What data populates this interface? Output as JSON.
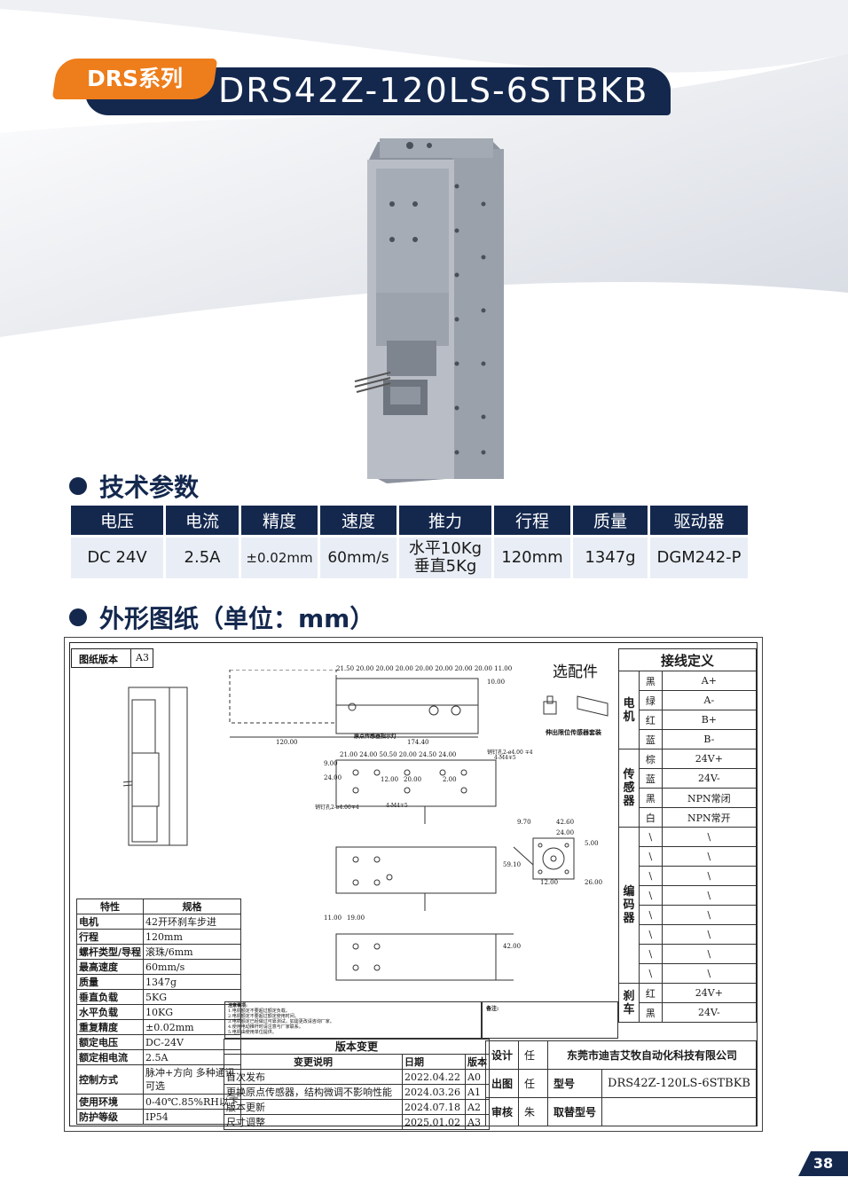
{
  "header": {
    "series": "DRS系列",
    "model": "DRS42Z-120LS-6STBKB"
  },
  "sections": {
    "tech": "技术参数",
    "dimension": "外形图纸（单位：mm）"
  },
  "spec_table": {
    "headers": [
      "电压",
      "电流",
      "精度",
      "速度",
      "推力",
      "行程",
      "质量",
      "驱动器"
    ],
    "values": [
      "DC 24V",
      "2.5A",
      "±0.02mm",
      "60mm/s",
      "水平10Kg",
      "120mm",
      "1347g",
      "DGM242-P"
    ],
    "thrust_line2": "垂直5Kg"
  },
  "drawing": {
    "version_label": "图纸版本",
    "version_value": "A3",
    "accessory_title": "选配件",
    "accessory_caption": "伸出限位传感器套装",
    "sensor_caption": "原点传感器指示灯",
    "dims": {
      "top_row": "21.50 20.00 20.00 20.00 20.00 20.00 20.00 20.00 11.00",
      "d1000": "10.00",
      "d120": "120.00",
      "d174": "174.40",
      "row2": "21.00 24.00 50.50 20.00 24.50 24.00",
      "hole1": "销钉孔2-ø4.00 ∓4",
      "hole2": "4-M4∓5",
      "d900": "9.00",
      "d2400": "24.00",
      "d1200": "12.00",
      "d2000": "20.00",
      "d200": "2.00",
      "hole3": "销钉孔2-ø4.00∓4",
      "hole4": "4-M4∓5",
      "d970": "9.70",
      "d4260": "42.60",
      "d2400b": "24.00",
      "d500": "5.00",
      "d5910": "59.10",
      "d1200b": "12.00",
      "d2600": "26.00",
      "d4200": "42.00",
      "d1100": "11.00",
      "d1900": "19.00"
    },
    "params_header": [
      "特性",
      "规格"
    ],
    "params": [
      [
        "电机",
        "42开环刹车步进"
      ],
      [
        "行程",
        "120mm"
      ],
      [
        "螺杆类型/导程",
        "滚珠/6mm"
      ],
      [
        "最高速度",
        "60mm/s"
      ],
      [
        "质量",
        "1347g"
      ],
      [
        "垂直负载",
        "5KG"
      ],
      [
        "水平负载",
        "10KG"
      ],
      [
        "重复精度",
        "±0.02mm"
      ],
      [
        "额定电压",
        "DC-24V"
      ],
      [
        "额定相电流",
        "2.5A"
      ],
      [
        "控制方式",
        "脉冲+方向 多种通讯可选"
      ],
      [
        "使用环境",
        "0-40℃.85%RH以下"
      ],
      [
        "防护等级",
        "IP54"
      ]
    ],
    "notes_title": "注意事项:",
    "notes": [
      "1.电机额定不要超过额定负载。",
      "2.电机额定不要超过额定使用时间。",
      "3.电机额定已经做过可靠测试，如需更改请咨询厂家。",
      "4.使用电动推杆时请注意与厂家联系。",
      "5.电机由使用单位提供。"
    ],
    "remark_label": "备注:",
    "version_change_title": "版本变更",
    "version_headers": [
      "变更说明",
      "日期",
      "版本"
    ],
    "versions": [
      [
        "首次发布",
        "2022.04.22",
        "A0"
      ],
      [
        "更换原点传感器，结构微调不影响性能",
        "2024.03.26",
        "A1"
      ],
      [
        "版本更新",
        "2024.07.18",
        "A2"
      ],
      [
        "尺寸调整",
        "2025.01.02",
        "A3"
      ]
    ],
    "wiring_title": "接线定义",
    "wiring": {
      "motor_label": "电机",
      "motor": [
        [
          "黑",
          "A+"
        ],
        [
          "绿",
          "A-"
        ],
        [
          "红",
          "B+"
        ],
        [
          "蓝",
          "B-"
        ]
      ],
      "sensor_label": "传感器",
      "sensor": [
        [
          "棕",
          "24V+"
        ],
        [
          "蓝",
          "24V-"
        ],
        [
          "黑",
          "NPN常闭"
        ],
        [
          "白",
          "NPN常开"
        ]
      ],
      "encoder_label": "编码器",
      "encoder": [
        [
          "\\",
          "\\"
        ],
        [
          "\\",
          "\\"
        ],
        [
          "\\",
          "\\"
        ],
        [
          "\\",
          "\\"
        ],
        [
          "\\",
          "\\"
        ],
        [
          "\\",
          "\\"
        ],
        [
          "\\",
          "\\"
        ],
        [
          "\\",
          "\\"
        ]
      ],
      "brake_label": "刹车",
      "brake": [
        [
          "红",
          "24V+"
        ],
        [
          "黑",
          "24V-"
        ]
      ]
    },
    "title_block": {
      "design": "设计",
      "design_by": "任",
      "company": "东莞市迪吉艾牧自动化科技有限公司",
      "drawn": "出图",
      "drawn_by": "任",
      "model_label": "型号",
      "model_value": "DRS42Z-120LS-6STBKB",
      "review": "审核",
      "review_by": "朱",
      "order_label": "取替型号"
    }
  },
  "page": "38",
  "colors": {
    "navy": "#14284e",
    "orange": "#ee7d1b",
    "cell_bg": "#e9eef6"
  }
}
